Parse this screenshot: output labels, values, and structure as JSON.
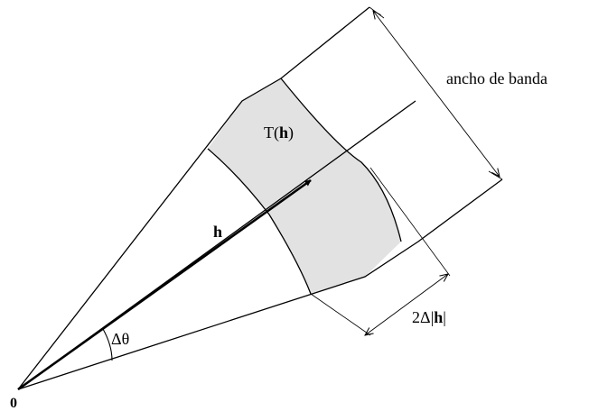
{
  "labels": {
    "bandwidth": "ancho de banda",
    "tolerance_region_prefix": "T(",
    "tolerance_region_var": "h",
    "tolerance_region_suffix": ")",
    "lag_vector": "h",
    "angle": "Δθ",
    "lag_tolerance_prefix": "2Δ|",
    "lag_tolerance_var": "h",
    "lag_tolerance_suffix": "|",
    "origin": "0"
  },
  "colors": {
    "line": "#000000",
    "region_fill": "#e2e2e2",
    "background": "#ffffff"
  }
}
